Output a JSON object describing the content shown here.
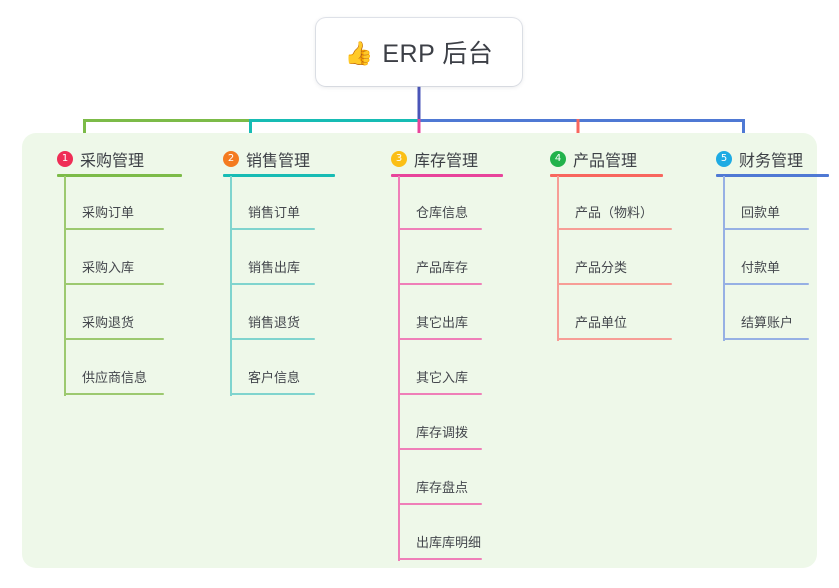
{
  "root": {
    "icon": "thumbs-up-icon",
    "icon_glyph": "👍",
    "title": "ERP 后台"
  },
  "panel": {
    "background_color": "#eef8e9"
  },
  "colors": {
    "root_stem": "#4a55b8",
    "branch_1": "#7cbb48",
    "branch_2": "#17bcb4",
    "branch_3": "#e8449b",
    "branch_4": "#f8665e",
    "branch_5": "#4f79d4",
    "leaf_1": "#9cc96f",
    "leaf_2": "#7fd4ce",
    "leaf_3": "#ef7fb8",
    "leaf_4": "#f79d96",
    "leaf_5": "#96b0e4",
    "badge_1": "#ef2d56",
    "badge_2": "#f47b20",
    "badge_3": "#fbbf16",
    "badge_4": "#22b24c",
    "badge_5": "#1eabe3"
  },
  "branches": [
    {
      "number": "1",
      "label": "采购管理",
      "badge_color": "#ef2d56",
      "rule_color": "#7cbb48",
      "leaf_color": "#9cc96f",
      "items": [
        {
          "label": "采购订单"
        },
        {
          "label": "采购入库"
        },
        {
          "label": "采购退货"
        },
        {
          "label": "供应商信息"
        }
      ]
    },
    {
      "number": "2",
      "label": "销售管理",
      "badge_color": "#f47b20",
      "rule_color": "#17bcb4",
      "leaf_color": "#7fd4ce",
      "items": [
        {
          "label": "销售订单"
        },
        {
          "label": "销售出库"
        },
        {
          "label": "销售退货"
        },
        {
          "label": "客户信息"
        }
      ]
    },
    {
      "number": "3",
      "label": "库存管理",
      "badge_color": "#fbbf16",
      "rule_color": "#e8449b",
      "leaf_color": "#ef7fb8",
      "items": [
        {
          "label": "仓库信息"
        },
        {
          "label": "产品库存"
        },
        {
          "label": "其它出库"
        },
        {
          "label": "其它入库"
        },
        {
          "label": "库存调拨"
        },
        {
          "label": "库存盘点"
        },
        {
          "label": "出库库明细"
        }
      ]
    },
    {
      "number": "4",
      "label": "产品管理",
      "badge_color": "#22b24c",
      "rule_color": "#f8665e",
      "leaf_color": "#f79d96",
      "items": [
        {
          "label": "产品（物料）"
        },
        {
          "label": "产品分类"
        },
        {
          "label": "产品单位"
        }
      ]
    },
    {
      "number": "5",
      "label": "财务管理",
      "badge_color": "#1eabe3",
      "rule_color": "#4f79d4",
      "leaf_color": "#96b0e4",
      "items": [
        {
          "label": "回款单"
        },
        {
          "label": "付款单"
        },
        {
          "label": "结算账户"
        }
      ]
    }
  ]
}
